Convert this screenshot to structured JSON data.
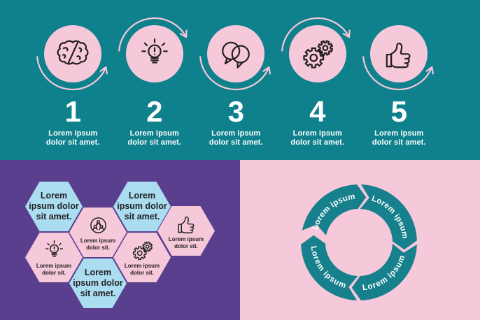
{
  "sections": {
    "process_steps": {
      "background_color": "#0e818c",
      "circle_color": "#f5c8da",
      "arrow_color": "#f5c8da",
      "number_color": "#ffffff",
      "caption_color": "#ffffff",
      "steps": [
        {
          "number": "1",
          "icon": "brain",
          "arrow": "bottom",
          "caption": "Lorem ipsum\ndolor sit amet."
        },
        {
          "number": "2",
          "icon": "lightbulb",
          "arrow": "top",
          "caption": "Lorem ipsum\ndolor sit amet."
        },
        {
          "number": "3",
          "icon": "speech-bubbles",
          "arrow": "bottom",
          "caption": "Lorem ipsum\ndolor sit amet."
        },
        {
          "number": "4",
          "icon": "gears",
          "arrow": "top",
          "caption": "Lorem ipsum\ndolor sit amet."
        },
        {
          "number": "5",
          "icon": "thumbs-up",
          "arrow": "bottom",
          "caption": "Lorem ipsum\ndolor sit amet."
        }
      ]
    },
    "honeycomb": {
      "background_color": "#5a3f8f",
      "text_hex_color": "#abddf1",
      "icon_hex_color": "#f5c8da",
      "text_color": "#231f20",
      "hexagons": [
        {
          "style": "text",
          "color": "blue",
          "text": "Lorem\nipsum dolor\nsit amet."
        },
        {
          "style": "icon",
          "color": "pink",
          "icon": "people-network",
          "text": "Lorem ipsum\ndolor sit."
        },
        {
          "style": "text",
          "color": "blue",
          "text": "Lorem\nipsum dolor\nsit amet."
        },
        {
          "style": "icon",
          "color": "pink",
          "icon": "thumbs-up",
          "text": "Lorem ipsum\ndolor sit."
        },
        {
          "style": "icon",
          "color": "pink",
          "icon": "lightbulb",
          "text": "Lorem ipsum\ndolor sit."
        },
        {
          "style": "icon",
          "color": "pink",
          "icon": "gears",
          "text": "Lorem ipsum\ndolor sit."
        },
        {
          "style": "text",
          "color": "blue",
          "text": "Lorem\nipsum dolor\nsit amet."
        }
      ]
    },
    "cycle_ring": {
      "background_color": "#f5c8da",
      "ring_color": "#17808d",
      "label_color": "#ffffff",
      "segments": [
        {
          "position": "top",
          "label": "Lorem ipsum"
        },
        {
          "position": "right",
          "label": "Lorem ipsum"
        },
        {
          "position": "bottom",
          "label": "Lorem ipsum"
        },
        {
          "position": "left",
          "label": "Lorem ipsum"
        }
      ]
    }
  }
}
